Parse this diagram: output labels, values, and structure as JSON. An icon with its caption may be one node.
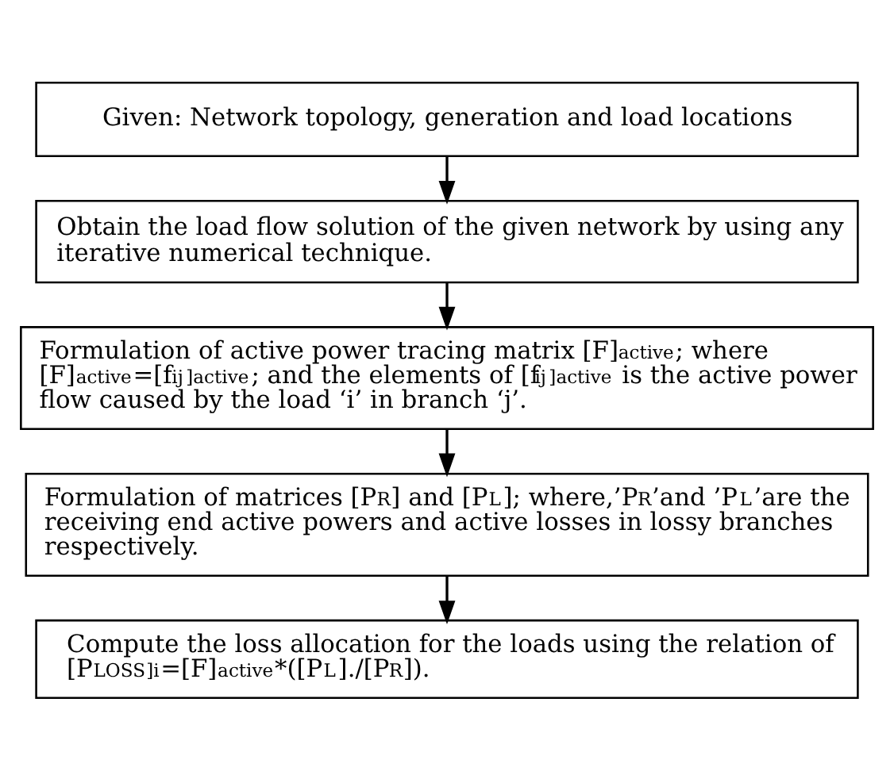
{
  "diagram": {
    "nodes": [
      {
        "text": [
          "Given: Network topology, generation and load locations"
        ]
      },
      {
        "text": [
          "Obtain the load flow solution of the given network by using any iterative numerical technique."
        ]
      },
      {
        "text": [
          "Formulation of active power tracing matrix [F]$_{active}$; where [F]$_{active}$=[f$_{ij}$]$_{active}$; and the elements of [f$_{ij}$]$_{active}$ is the active power flow caused by the load ‘i’ in branch ‘j’."
        ]
      },
      {
        "text": [
          "Formulation of matrices [P$_{R}$] and [P$_{L}$]; where,’P$_{R}$’and ’P$_{L}$’are the receiving end active powers and active losses in lossy branches respectively."
        ]
      },
      {
        "text": [
          "Compute the loss allocation for the loads using the relation of [P$_{LOSS}$]$_{i}$=[F]$_{active}$*([P$_{L}$]./[P$_{R}$])."
        ]
      }
    ],
    "edges": [
      {
        "from": 0,
        "to": 1,
        "arrow": "to"
      },
      {
        "from": 1,
        "to": 2,
        "arrow": "to"
      },
      {
        "from": 2,
        "to": 3,
        "arrow": "to"
      },
      {
        "from": 3,
        "to": 4,
        "arrow": "to"
      }
    ]
  }
}
